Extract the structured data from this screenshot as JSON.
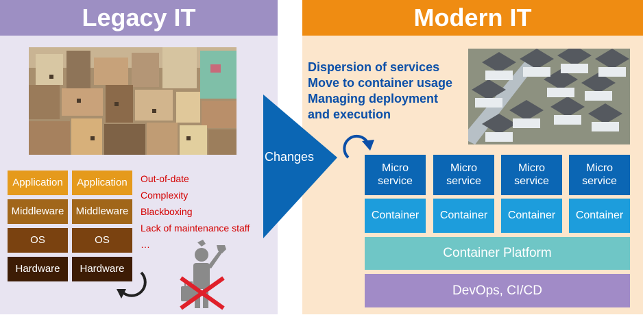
{
  "legacy": {
    "title": "Legacy IT",
    "stacks": [
      {
        "application": "Application",
        "middleware": "Middleware",
        "os": "OS",
        "hardware": "Hardware"
      },
      {
        "application": "Application",
        "middleware": "Middleware",
        "os": "OS",
        "hardware": "Hardware"
      }
    ],
    "issues": [
      "Out-of-date",
      "Complexity",
      "Blackboxing",
      "Lack of maintenance staff",
      "…"
    ]
  },
  "transition": {
    "label": "Changes"
  },
  "modern": {
    "title": "Modern IT",
    "features": [
      "Dispersion of services",
      "Move to container usage",
      "Managing deployment",
      "and execution"
    ],
    "microservices": [
      "Micro\nservice",
      "Micro\nservice",
      "Micro\nservice",
      "Micro\nservice"
    ],
    "containers": [
      "Container",
      "Container",
      "Container",
      "Container"
    ],
    "platform": "Container Platform",
    "devops": "DevOps, CI/CD"
  },
  "colors": {
    "legacy_header": "#9d8fc3",
    "modern_header": "#ef8c12",
    "arrow": "#0b66b4",
    "issue_text": "#d40000"
  }
}
